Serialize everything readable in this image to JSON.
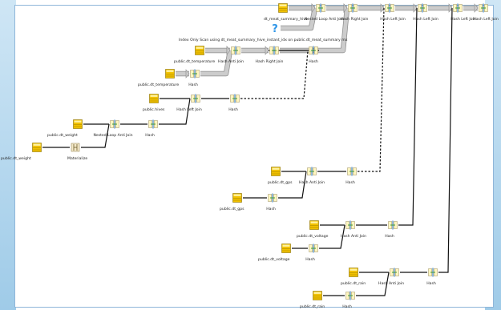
{
  "colors": {
    "accent_border": "#8fb6d9",
    "table_icon": "#f2c200",
    "line": "#111111",
    "arrow": "#cccccc",
    "help_icon": "#2f96e8"
  },
  "nodes": [
    {
      "id": "n1",
      "kind": "table",
      "label": "dt_meat_summary_hive"
    },
    {
      "id": "n2",
      "kind": "join",
      "label": "Nested Loop Anti Join"
    },
    {
      "id": "n3",
      "kind": "join",
      "label": "Hash Right Join"
    },
    {
      "id": "n4",
      "kind": "join",
      "label": "Hash Left Join"
    },
    {
      "id": "n5",
      "kind": "join",
      "label": "Hash Left Join"
    },
    {
      "id": "n6",
      "kind": "join",
      "label": "Hash Left Join"
    },
    {
      "id": "n7",
      "kind": "join",
      "label": "Hash Left Join"
    },
    {
      "id": "n8",
      "kind": "help",
      "label": "Index Only Scan using dt_meat_summary_hive_instant_idx on public.dt_meat_summary mx"
    },
    {
      "id": "n9",
      "kind": "table",
      "label": "public.dt_temperature"
    },
    {
      "id": "n10",
      "kind": "join",
      "label": "Hash Anti Join"
    },
    {
      "id": "n11",
      "kind": "join",
      "label": "Hash Right Join"
    },
    {
      "id": "n12",
      "kind": "hash",
      "label": "Hash"
    },
    {
      "id": "n13",
      "kind": "table",
      "label": "public.dt_temperature"
    },
    {
      "id": "n14",
      "kind": "hash",
      "label": "Hash"
    },
    {
      "id": "n15",
      "kind": "table",
      "label": "public.hives"
    },
    {
      "id": "n16",
      "kind": "join",
      "label": "Hash Left Join"
    },
    {
      "id": "n17",
      "kind": "hash",
      "label": "Hash"
    },
    {
      "id": "n18",
      "kind": "table",
      "label": "public.dt_weight"
    },
    {
      "id": "n19",
      "kind": "join",
      "label": "Nested Loop Anti Join"
    },
    {
      "id": "n20",
      "kind": "hash",
      "label": "Hash"
    },
    {
      "id": "n21",
      "kind": "table",
      "label": "public.dt_weight"
    },
    {
      "id": "n22",
      "kind": "materialize",
      "label": "Materialize"
    },
    {
      "id": "n23",
      "kind": "table",
      "label": "public.dt_gps"
    },
    {
      "id": "n24",
      "kind": "join",
      "label": "Hash Anti Join"
    },
    {
      "id": "n25",
      "kind": "hash",
      "label": "Hash"
    },
    {
      "id": "n26",
      "kind": "table",
      "label": "public.dt_gps"
    },
    {
      "id": "n27",
      "kind": "hash",
      "label": "Hash"
    },
    {
      "id": "n28",
      "kind": "table",
      "label": "public.dt_voltage"
    },
    {
      "id": "n29",
      "kind": "join",
      "label": "Hash Anti Join"
    },
    {
      "id": "n30",
      "kind": "hash",
      "label": "Hash"
    },
    {
      "id": "n31",
      "kind": "table",
      "label": "public.dt_voltage"
    },
    {
      "id": "n32",
      "kind": "hash",
      "label": "Hash"
    },
    {
      "id": "n33",
      "kind": "table",
      "label": "public.dt_rain"
    },
    {
      "id": "n34",
      "kind": "join",
      "label": "Hash Anti Join"
    },
    {
      "id": "n35",
      "kind": "hash",
      "label": "Hash"
    },
    {
      "id": "n36",
      "kind": "table",
      "label": "public.dt_rain"
    },
    {
      "id": "n37",
      "kind": "hash",
      "label": "Hash"
    }
  ],
  "edges": [
    {
      "from": "n1",
      "to": "n2",
      "style": "arrow"
    },
    {
      "from": "n2",
      "to": "n3",
      "style": "arrow"
    },
    {
      "from": "n3",
      "to": "n4",
      "style": "arrow"
    },
    {
      "from": "n4",
      "to": "n5",
      "style": "arrow"
    },
    {
      "from": "n5",
      "to": "n6",
      "style": "arrow"
    },
    {
      "from": "n6",
      "to": "n7",
      "style": "arrow"
    },
    {
      "from": "n8",
      "to": "n2",
      "style": "arrow"
    },
    {
      "from": "n9",
      "to": "n10",
      "style": "arrow"
    },
    {
      "from": "n10",
      "to": "n11",
      "style": "arrow"
    },
    {
      "from": "n11",
      "to": "n3",
      "style": "arrow"
    },
    {
      "from": "n13",
      "to": "n14",
      "style": "arrow"
    },
    {
      "from": "n14",
      "to": "n10",
      "style": "arrow"
    },
    {
      "from": "n12",
      "to": "n11",
      "style": "line"
    },
    {
      "from": "n15",
      "to": "n16",
      "style": "line"
    },
    {
      "from": "n16",
      "to": "n17",
      "style": "line"
    },
    {
      "from": "n17",
      "to": "n12",
      "style": "dash"
    },
    {
      "from": "n18",
      "to": "n19",
      "style": "line"
    },
    {
      "from": "n19",
      "to": "n20",
      "style": "line"
    },
    {
      "from": "n20",
      "to": "n16",
      "style": "line"
    },
    {
      "from": "n21",
      "to": "n22",
      "style": "line"
    },
    {
      "from": "n22",
      "to": "n19",
      "style": "line"
    },
    {
      "from": "n23",
      "to": "n24",
      "style": "line"
    },
    {
      "from": "n24",
      "to": "n25",
      "style": "line"
    },
    {
      "from": "n25",
      "to": "n4",
      "style": "dash"
    },
    {
      "from": "n26",
      "to": "n27",
      "style": "line"
    },
    {
      "from": "n27",
      "to": "n24",
      "style": "line"
    },
    {
      "from": "n28",
      "to": "n29",
      "style": "line"
    },
    {
      "from": "n29",
      "to": "n30",
      "style": "line"
    },
    {
      "from": "n30",
      "to": "n5",
      "style": "line"
    },
    {
      "from": "n31",
      "to": "n32",
      "style": "line"
    },
    {
      "from": "n32",
      "to": "n29",
      "style": "line"
    },
    {
      "from": "n33",
      "to": "n34",
      "style": "line"
    },
    {
      "from": "n34",
      "to": "n35",
      "style": "line"
    },
    {
      "from": "n35",
      "to": "n6",
      "style": "line"
    },
    {
      "from": "n36",
      "to": "n37",
      "style": "line"
    },
    {
      "from": "n37",
      "to": "n34",
      "style": "line"
    }
  ]
}
